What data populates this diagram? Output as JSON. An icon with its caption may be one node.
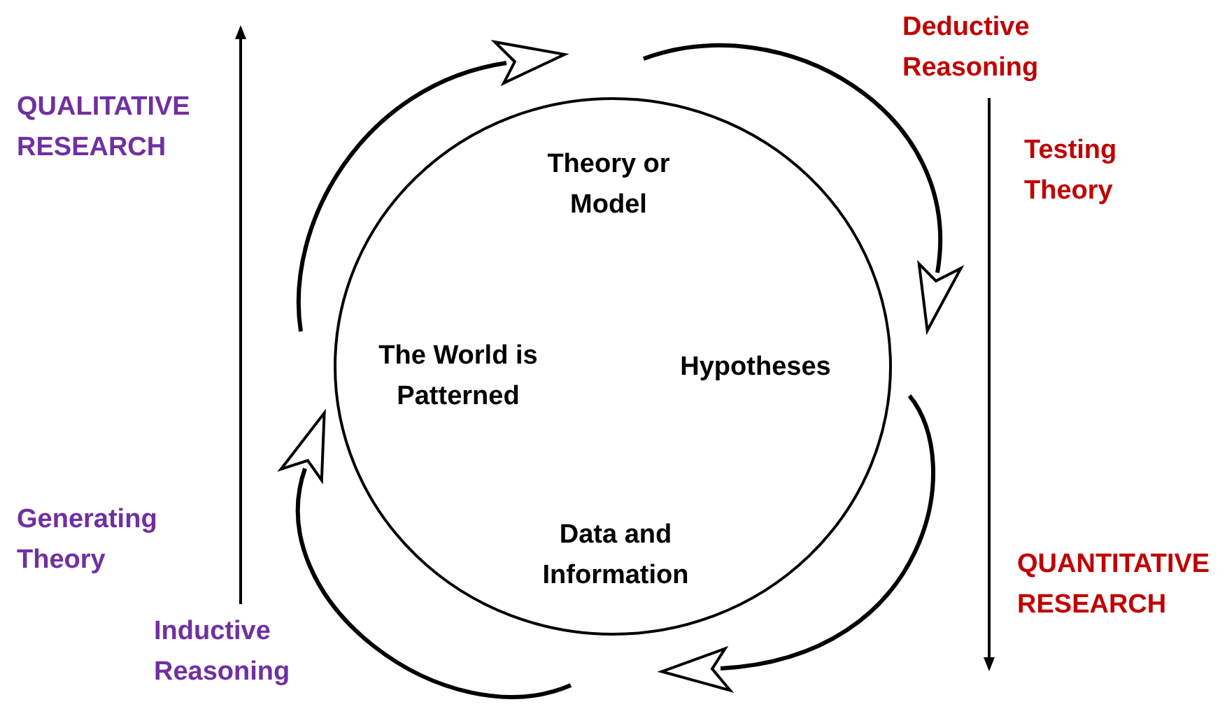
{
  "diagram": {
    "nodes": [
      {
        "text": [],
        "shape": "circle"
      },
      {
        "text": [
          "Theory or Model"
        ],
        "in": 0
      },
      {
        "text": [
          "The World is Patterned"
        ],
        "in": 0
      },
      {
        "text": [
          "Hypotheses"
        ],
        "in": 0
      },
      {
        "text": [
          "Data and Information"
        ],
        "in": 0
      }
    ],
    "edges": [
      {
        "from": 2,
        "to": 1,
        "arrow": "to"
      },
      {
        "from": 1,
        "to": 3,
        "arrow": "to"
      },
      {
        "from": 3,
        "to": 4,
        "arrow": "to"
      },
      {
        "from": 4,
        "to": 2,
        "arrow": "to"
      }
    ],
    "labels": [
      "QUALITATIVE RESEARCH",
      "Deductive Reasoning",
      "Testing Theory",
      "Generating Theory",
      "QUANTITATIVE RESEARCH",
      "Inductive Reasoning"
    ]
  }
}
